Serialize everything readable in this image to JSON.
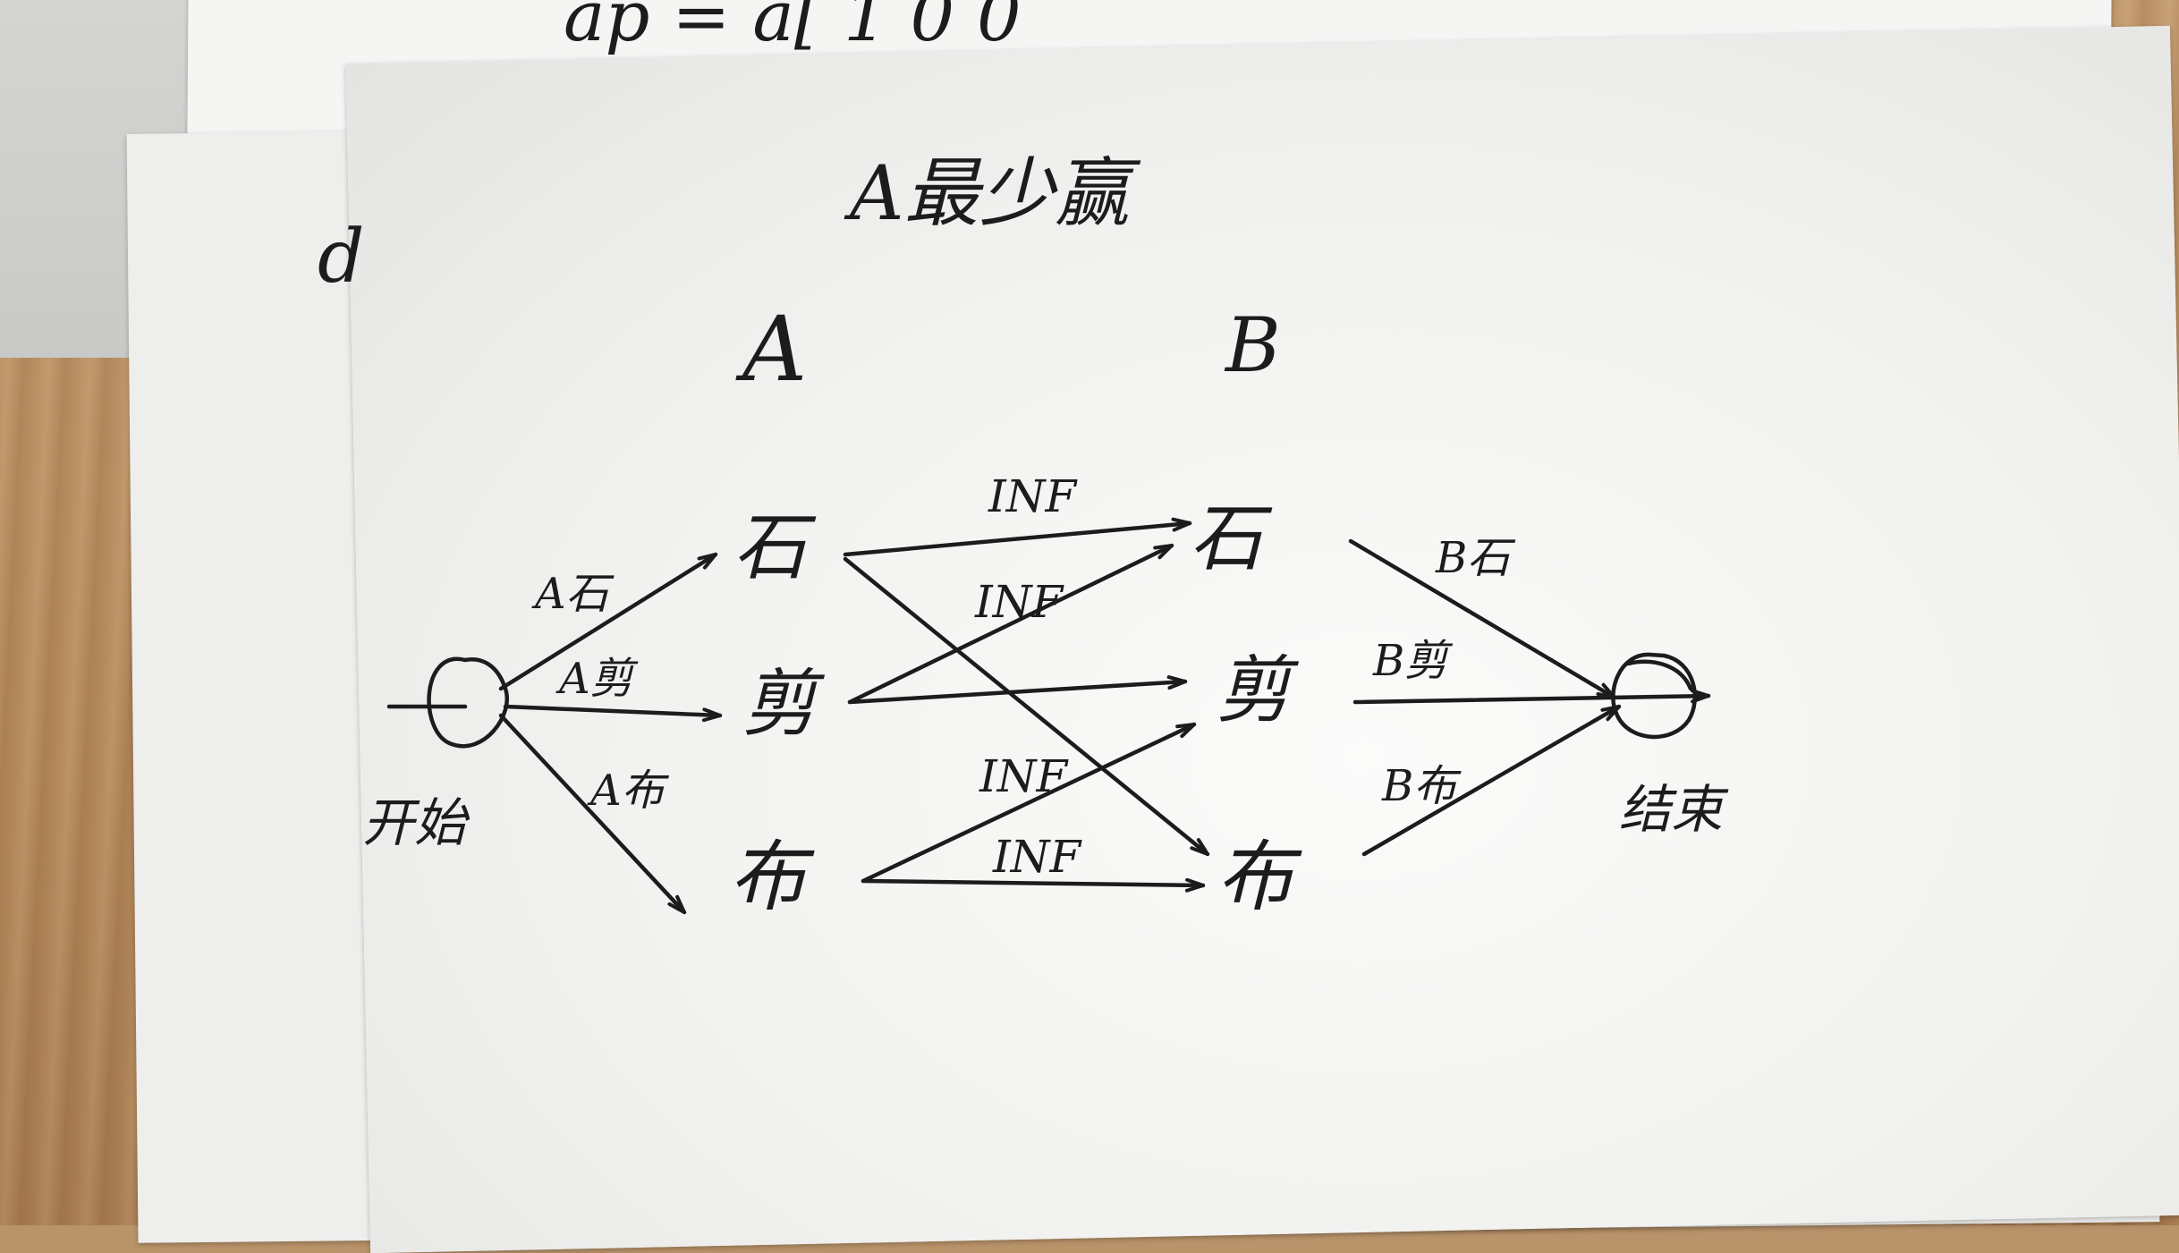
{
  "background_fragment": {
    "formula": "ap = a[ 1 0 0",
    "letter": "d"
  },
  "diagram": {
    "title": "A最少赢",
    "columns": {
      "a": "A",
      "b": "B"
    },
    "nodes": {
      "start": {
        "label": "开始"
      },
      "end": {
        "label": "结束"
      },
      "a_nodes": [
        "石",
        "剪",
        "布"
      ],
      "b_nodes": [
        "石",
        "剪",
        "布"
      ]
    },
    "edge_labels": {
      "start_to_a": [
        "A石",
        "A剪",
        "A布"
      ],
      "a_to_b": [
        "INF",
        "INF",
        "INF",
        "INF"
      ],
      "b_to_end": [
        "B石",
        "B剪",
        "B布"
      ]
    }
  }
}
